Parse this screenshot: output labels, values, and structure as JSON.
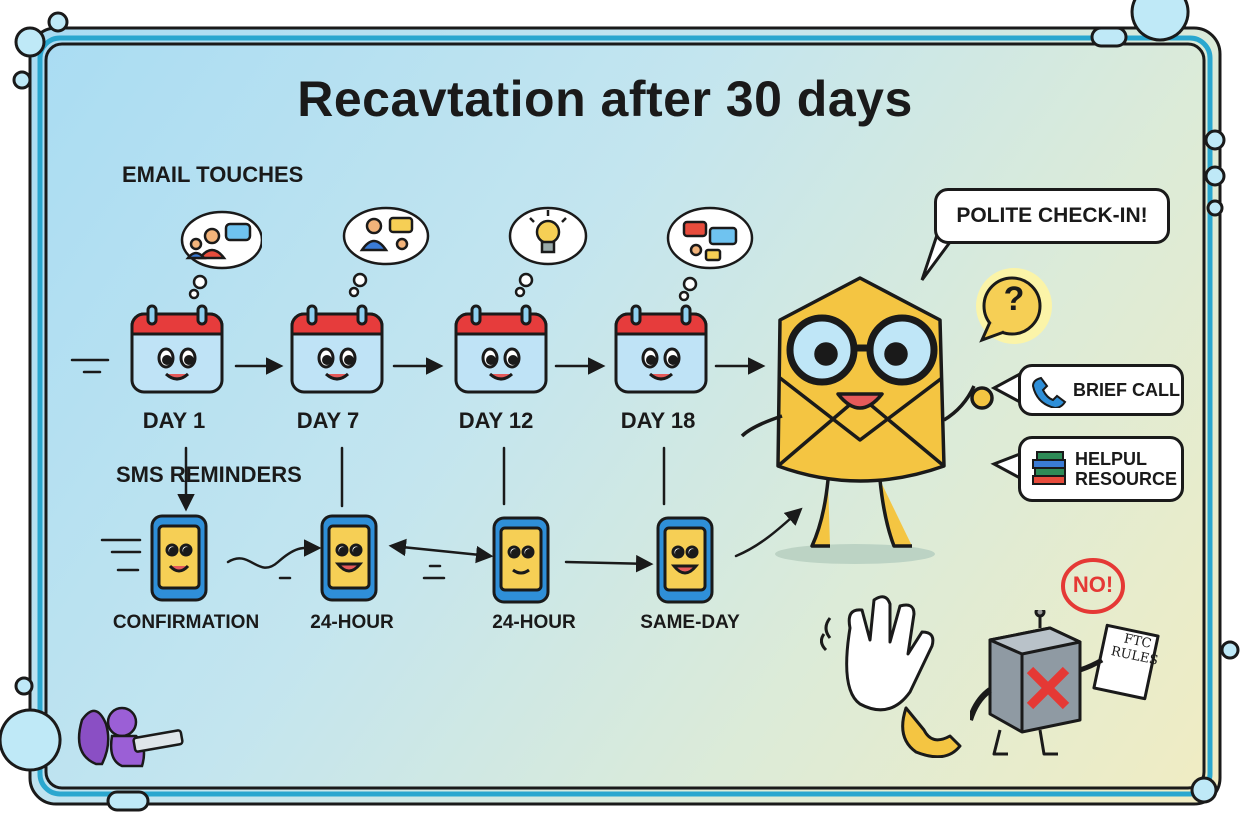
{
  "title": "Recavtation after 30 days",
  "email_section_label": "EMAIL TOUCHES",
  "sms_section_label": "SMS REMINDERS",
  "email_touches": [
    {
      "label": "DAY 1",
      "thought": "people-chat-icon"
    },
    {
      "label": "DAY 7",
      "thought": "meeting-icon"
    },
    {
      "label": "DAY 12",
      "thought": "lightbulb-icon"
    },
    {
      "label": "DAY 18",
      "thought": "chat-bubbles-icon"
    }
  ],
  "sms_reminders": [
    {
      "label": "CONFIRMATION"
    },
    {
      "label": "24-HOUR"
    },
    {
      "label": "24-HOUR"
    },
    {
      "label": "SAME-DAY"
    }
  ],
  "mascot": {
    "speech": "POLITE CHECK-IN!",
    "question_mark": "?",
    "options": [
      {
        "label": "BRIEF CALL",
        "icon": "phone-icon"
      },
      {
        "label": "HELPUL RESOURCE",
        "icon": "books-icon"
      }
    ]
  },
  "blocked": {
    "stamp": "NO!",
    "sign": "FTC RULES"
  },
  "colors": {
    "calendar_top": "#e63c3c",
    "calendar_body": "#bfe3f6",
    "phone_body": "#2f8fd8",
    "phone_screen": "#f6cf55",
    "envelope": "#f4c542",
    "no_red": "#e53935",
    "frame": "#2aa7cf"
  }
}
